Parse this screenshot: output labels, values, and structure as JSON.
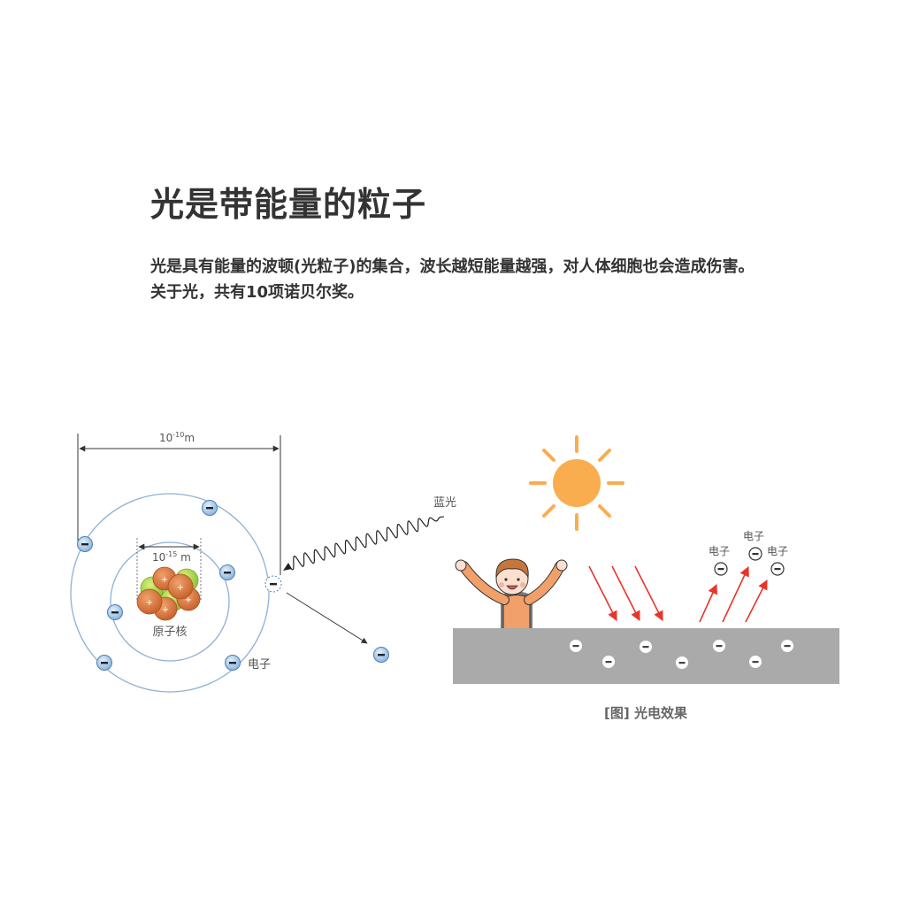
{
  "heading": {
    "title": "光是带能量的粒子",
    "description": "光是具有能量的波顿(光粒子)的集合，波长越短能量越强，对人体细胞也会造成伤害。关于光，共有10项诺贝尔奖。"
  },
  "atom_diagram": {
    "atom_size_label": "10",
    "atom_size_exp": "-10",
    "atom_size_unit": "m",
    "nucleus_size_label": "10",
    "nucleus_size_exp": "-15",
    "nucleus_size_unit": " m",
    "nucleus_label": "原子核",
    "electron_label": "电子",
    "blue_light_label": "蓝光",
    "electron_symbol": "−",
    "proton_symbol": "+"
  },
  "photoelectric_diagram": {
    "electron_label_1": "电子",
    "electron_label_2": "电子",
    "electron_label_3": "电子",
    "electron_symbol": "−",
    "caption": "[图] 光电效果"
  },
  "colors": {
    "sun": "#f9ad4e",
    "light_ray": "#e8352b",
    "surface": "#aaaaaa",
    "orbit": "#8fb0d4",
    "electron_fill": "#b9d5ee",
    "nucleus_orange": "#dc7a43",
    "nucleus_green": "#a5d13f",
    "text_primary": "#333333",
    "text_secondary": "#555555"
  }
}
